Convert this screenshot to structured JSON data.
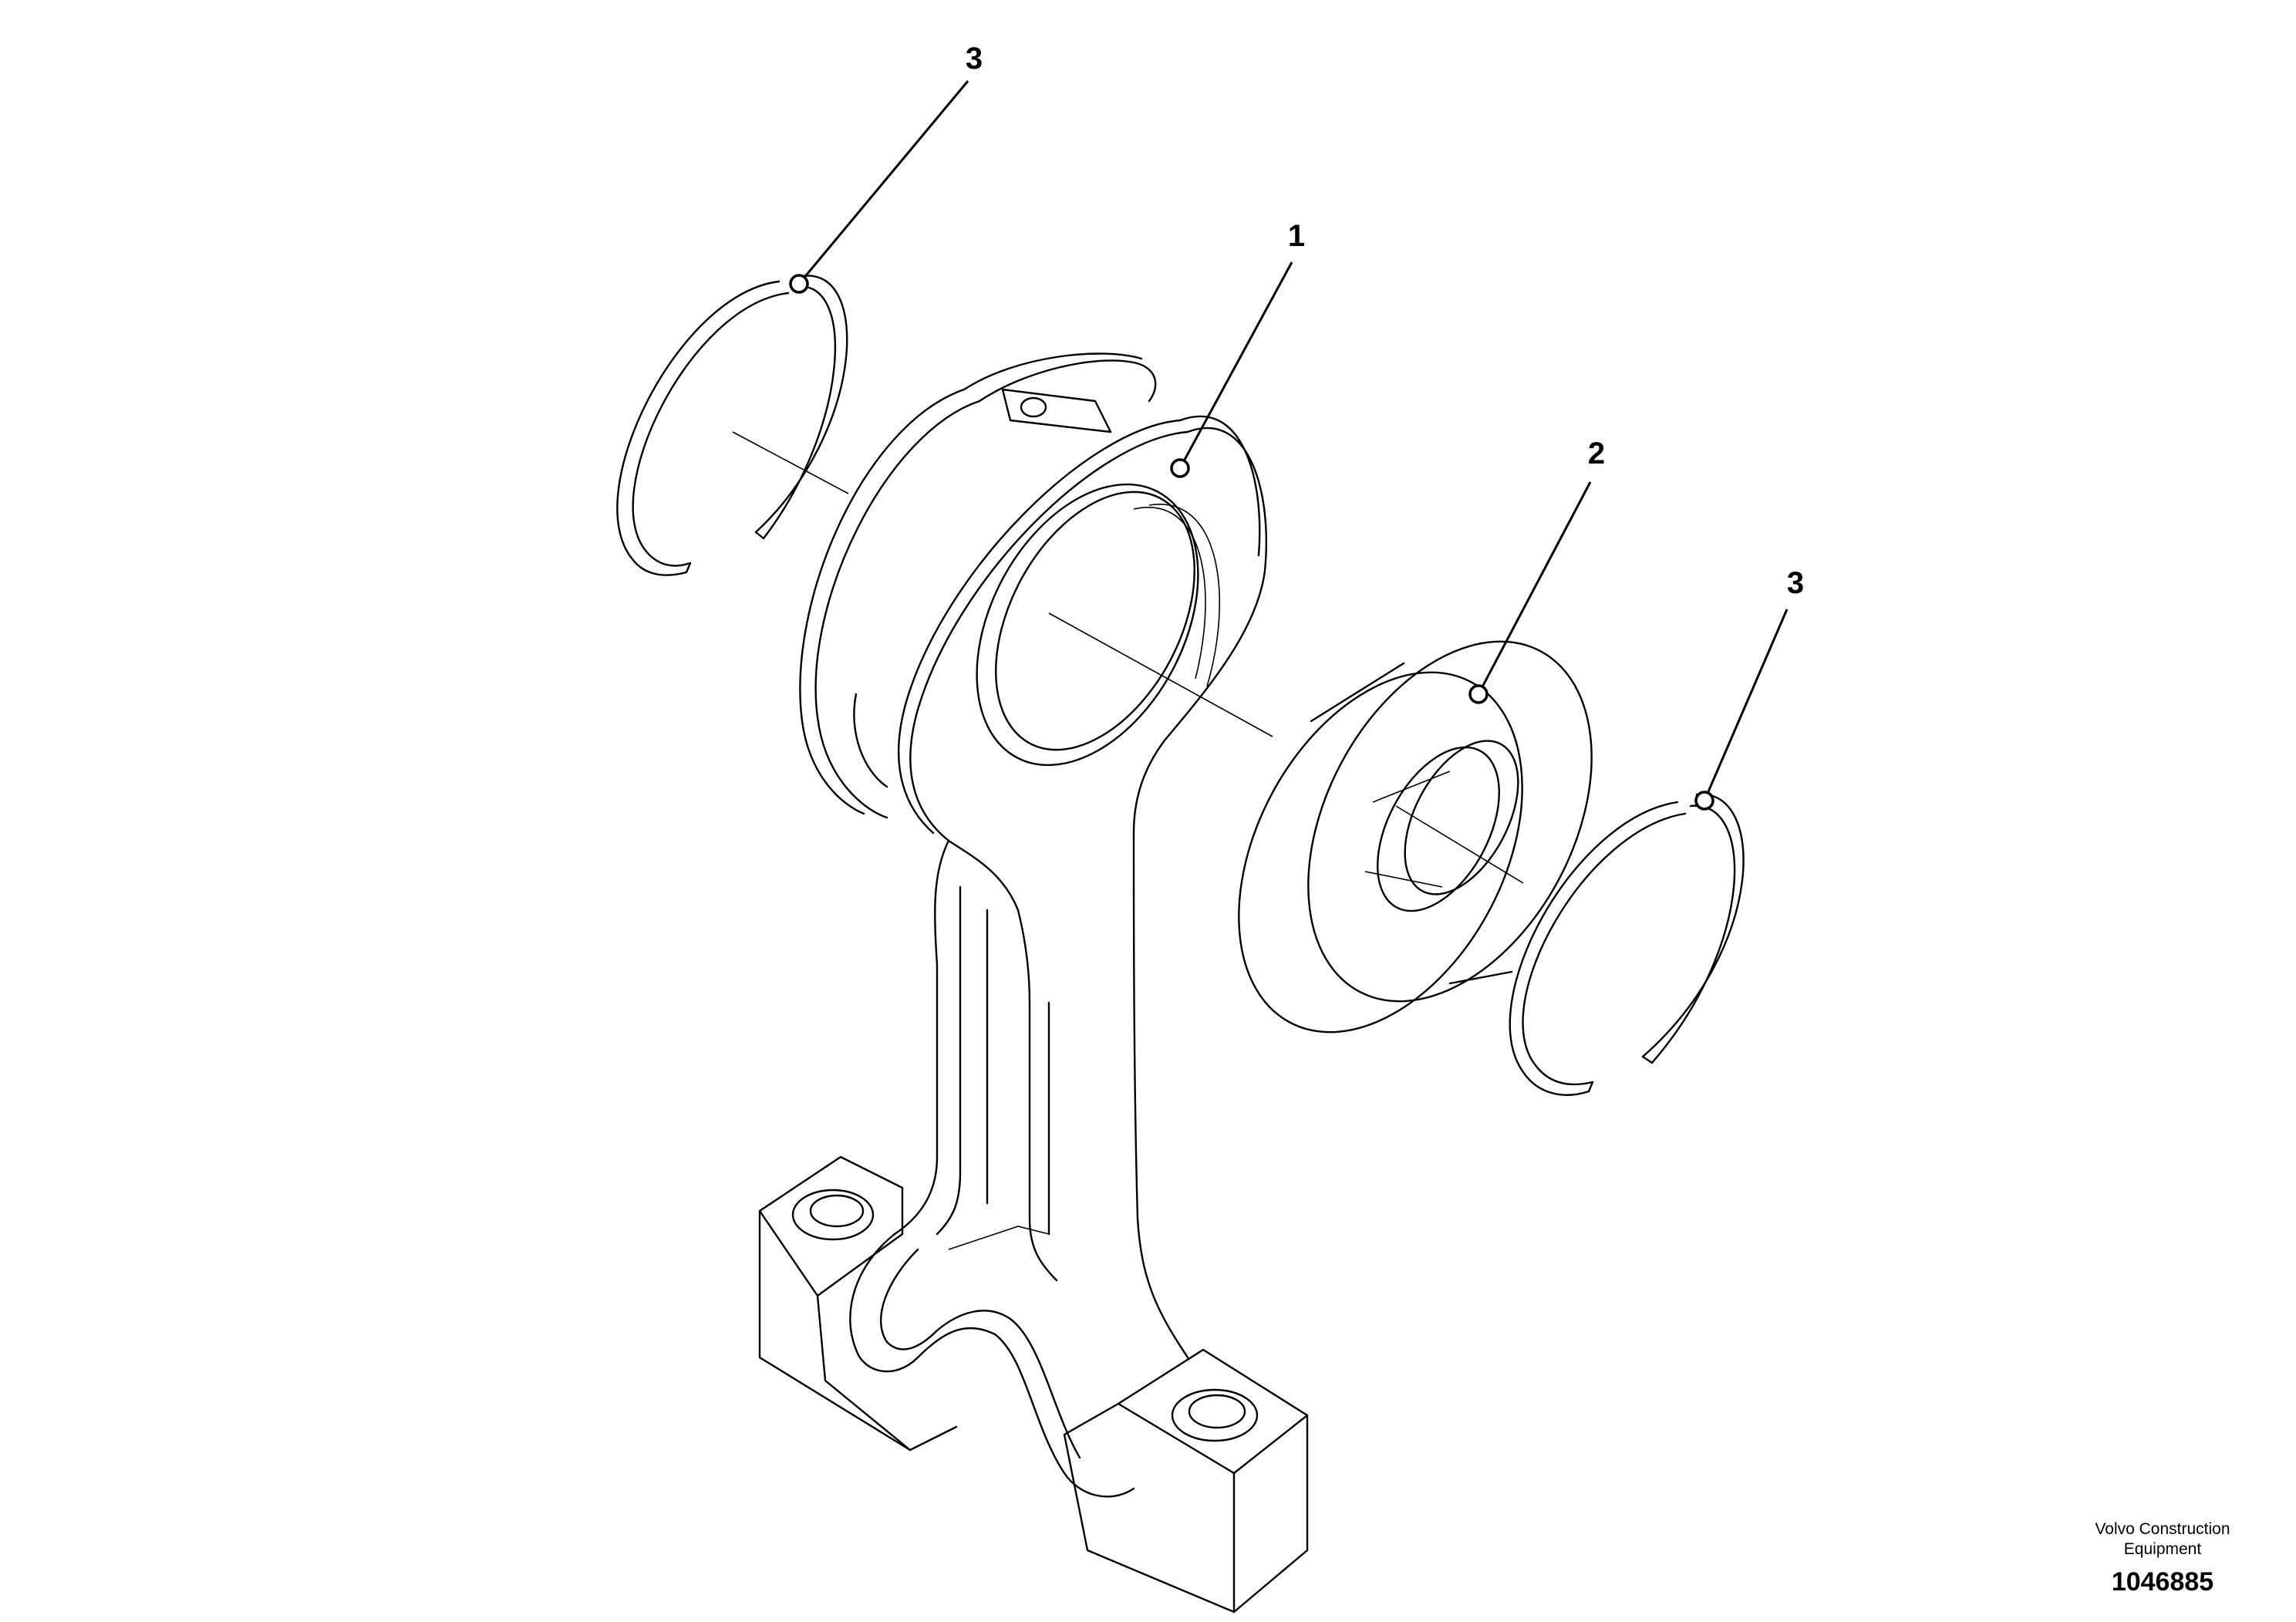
{
  "callouts": {
    "part_1": "1",
    "part_2": "2",
    "part_3_upper": "3",
    "part_3_lower": "3"
  },
  "credit": {
    "company": "Volvo Construction Equipment",
    "drawing_number": "1046885"
  }
}
